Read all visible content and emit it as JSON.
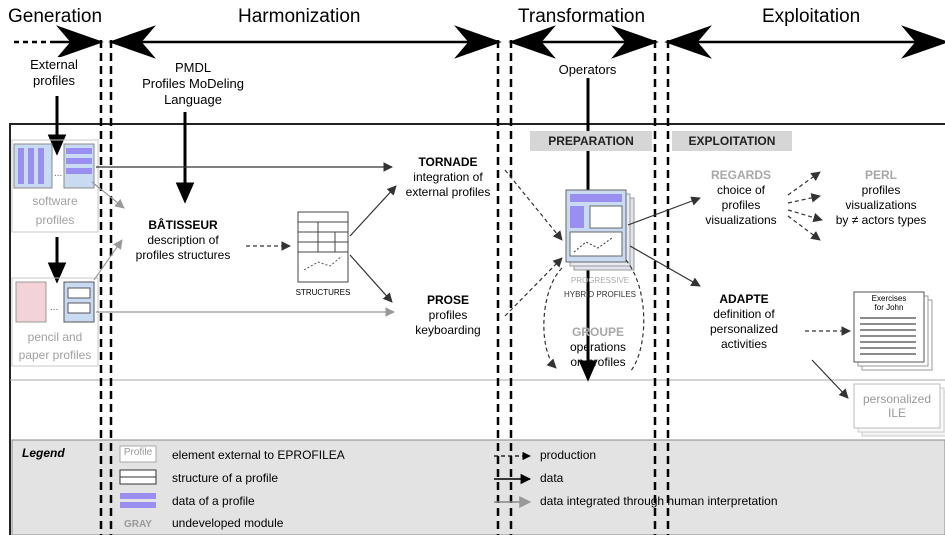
{
  "phases": {
    "generation": "Generation",
    "harmonization": "Harmonization",
    "transformation": "Transformation",
    "exploitation": "Exploitation"
  },
  "top": {
    "external_profiles": "External\nprofiles",
    "pmdl_line1": "PMDL",
    "pmdl_line2": "Profiles MoDeling",
    "pmdl_line3": "Language",
    "operators": "Operators"
  },
  "headers": {
    "preparation": "PREPARATION",
    "exploitation": "EXPLOITATION"
  },
  "sources": {
    "software_profiles": "software\nprofiles",
    "pencil_paper": "pencil and\npaper profiles"
  },
  "modules": {
    "batisseur_title": "BÂTISSEUR",
    "batisseur_desc": "description of\nprofiles structures",
    "structures": "STRUCTURES",
    "tornade_title": "TORNADE",
    "tornade_desc": "integration of\nexternal profiles",
    "prose_title": "PROSE",
    "prose_desc": "profiles\nkeyboarding",
    "progressive": "PROGRESSIVE",
    "hybrid": "HYBRID PROFILES",
    "groupe_title": "GROUPE",
    "groupe_desc": "operations\non profiles",
    "regards_title": "REGARDS",
    "regards_desc": "choice of\nprofiles\nvisualizations",
    "perl_title": "PERL",
    "perl_desc": "profiles\nvisualizations\nby ≠ actors types",
    "adapte_title": "ADAPTE",
    "adapte_desc": "definition of\npersonalized\nactivities",
    "exercises": "Exercises\nfor John",
    "ile": "personalized\nILE"
  },
  "legend": {
    "title": "Legend",
    "profile_tag": "Profile",
    "external": "element external to EPROFILEA",
    "structure": "structure of a profile",
    "data": "data of a profile",
    "gray_tag": "GRAY",
    "undeveloped": "undeveloped module",
    "production": "production",
    "data_arrow": "data",
    "data_integrated": "data integrated through human interpretation"
  },
  "colors": {
    "purple": "#9a8ef0",
    "pink": "#f3d3d7",
    "lightblue": "#c9dbf2",
    "header_gray": "#d6d6d6",
    "legend_bg": "#e3e3e3"
  }
}
